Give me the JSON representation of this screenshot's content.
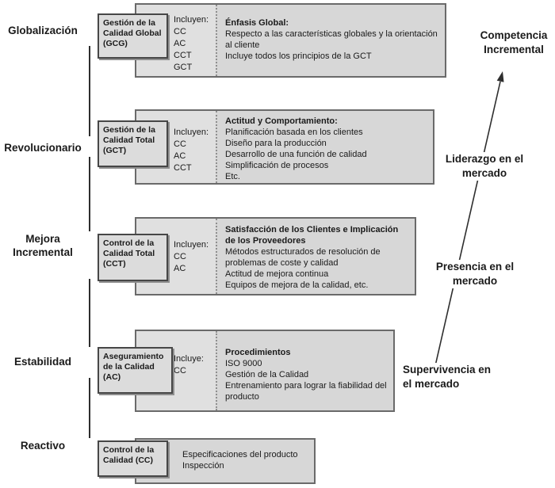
{
  "stages": [
    "Globalización",
    "Revolucionario",
    "Mejora Incremental",
    "Estabilidad",
    "Reactivo"
  ],
  "rows": [
    {
      "title": "Gestión de la Calidad Global (GCG)",
      "includes_label": "Incluyen:",
      "includes": [
        "CC",
        "AC",
        "CCT",
        "GCT"
      ],
      "desc_title": "Énfasis Global:",
      "desc_lines": [
        "Respecto a las características globales y la orientación al cliente",
        "Incluye todos los principios de la GCT"
      ]
    },
    {
      "title": "Gestión de la Calidad Total (GCT)",
      "includes_label": "Incluyen:",
      "includes": [
        "CC",
        "AC",
        "CCT"
      ],
      "desc_title": "Actitud y Comportamiento:",
      "desc_lines": [
        "Planificación basada en los clientes",
        "Diseño para la producción",
        "Desarrollo de una función de calidad",
        "Simplificación de procesos",
        "Etc."
      ]
    },
    {
      "title": "Control de la Calidad Total (CCT)",
      "includes_label": "Incluyen:",
      "includes": [
        "CC",
        "AC"
      ],
      "desc_title": "Satisfacción de los Clientes e Implicación de los Proveedores",
      "desc_lines": [
        "Métodos estructurados de resolución de problemas de coste y calidad",
        "Actitud de mejora continua",
        "Equipos de mejora de la calidad, etc."
      ]
    },
    {
      "title": "Aseguramiento de la Calidad (AC)",
      "includes_label": "Incluye:",
      "includes": [
        "CC"
      ],
      "desc_title": "Procedimientos",
      "desc_lines": [
        "ISO 9000",
        "Gestión de la Calidad",
        "Entrenamiento para lograr la fiabilidad del producto"
      ]
    },
    {
      "title": "Control de la Calidad (CC)",
      "desc_lines": [
        "Especificaciones del producto",
        "Inspección"
      ]
    }
  ],
  "market_labels": [
    "Competencia Incremental",
    "Liderazgo en el mercado",
    "Presencia en el mercado",
    "Supervivencia en el mercado"
  ],
  "colors": {
    "box_fill": "#d7d7d7",
    "includes_fill": "#e0e0e0",
    "box_border": "#6a6a6a",
    "small_box_border": "#474747",
    "line": "#2e2e2e",
    "text": "#1a1a1a",
    "background": "#ffffff"
  }
}
